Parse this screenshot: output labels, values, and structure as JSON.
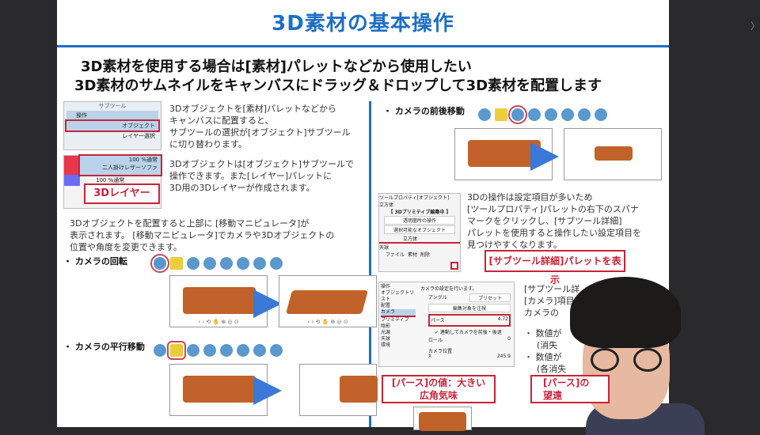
{
  "slide": {
    "title": "3D素材の基本操作",
    "subtitle_1": "3D素材を使用する場合は[素材]パレットなどから使用したい",
    "subtitle_2": "3D素材のサムネイルをキャンバスにドラッグ＆ドロップして3D素材を配置します",
    "left": {
      "subtool_panel": {
        "header": "サブツール",
        "items": [
          "操作",
          "オブジェクト",
          "レイヤー選択"
        ]
      },
      "para_1": [
        "3Dオブジェクトを[素材]パレットなどから",
        "キャンバスに配置すると、",
        "サブツールの選択が[オブジェクト]サブツール",
        "に切り替わります。"
      ],
      "layer_panel": {
        "row_1_mode": "100 %通常",
        "row_1_name": "二人掛けレザーソファ",
        "row_2_mode": "100 %通常",
        "callout": "3Dレイヤー"
      },
      "para_2": [
        "3Dオブジェクトは[オブジェクト]サブツールで",
        "操作できます。また[レイヤー]パレットに",
        "3D用の3Dレイヤーが作成されます。"
      ],
      "para_3": [
        "3Dオブジェクトを配置すると上部に [移動マニピュレータ]が",
        "表示されます。 [移動マニピュレータ]でカメラや3Dオブジェクトの",
        "位置や角度を変更できます。"
      ],
      "bullet_rotate": "・ カメラの回転",
      "bullet_pan": "・ カメラの平行移動"
    },
    "right": {
      "bullet_dolly": "・ カメラの前後移動",
      "tool_property": {
        "header": "ツールプロパティ[オブジェクト]",
        "name": "立方体",
        "mode": "【 3Dプリミティブ編集中 】",
        "select_1": "透明箇所の操作",
        "select_2": "選択可能なオブジェクト",
        "item": "立方体",
        "section": "天球",
        "buttons": [
          "ファイル",
          "素材",
          "削除"
        ]
      },
      "para_1": [
        "3Dの操作は設定項目が多いため",
        "[ツールプロパティ]パレットの右下のスパナ",
        "マークをクリックし、[サブツール詳細]",
        "パレットを使用すると操作したい設定項目を",
        "見つけやすくなります。"
      ],
      "callout_detail": "[サブツール詳細]パレットを表示",
      "detail_panel": {
        "categories": [
          "操作",
          "オブジェクトリスト",
          "配置",
          "カメラ",
          "プリミティブ",
          "陰影",
          "光源",
          "天球",
          "環境"
        ],
        "description": "カメラの設定を行います。",
        "angle_label": "アングル",
        "angle_value": "プリセット",
        "edit_button": "編集対象を注視",
        "perspective_label": "パース",
        "perspective_value": "4.72",
        "linked_check": "連動してカメラを前後・後退",
        "roll_label": "ロール",
        "roll_value": "0",
        "camera_pos_label": "カメラ位置",
        "x_label": "X",
        "x_value": "245.9"
      },
      "para_2": [
        "[サブツール詳",
        "[カメラ]項目",
        "カメラの"
      ],
      "bullets": [
        "・ 数値が",
        "(消失",
        "・ 数値が",
        "(各消失"
      ],
      "callout_large": "[パース]の値：大きい\n広角気味",
      "callout_small": "[パース]の\n望遠"
    }
  }
}
